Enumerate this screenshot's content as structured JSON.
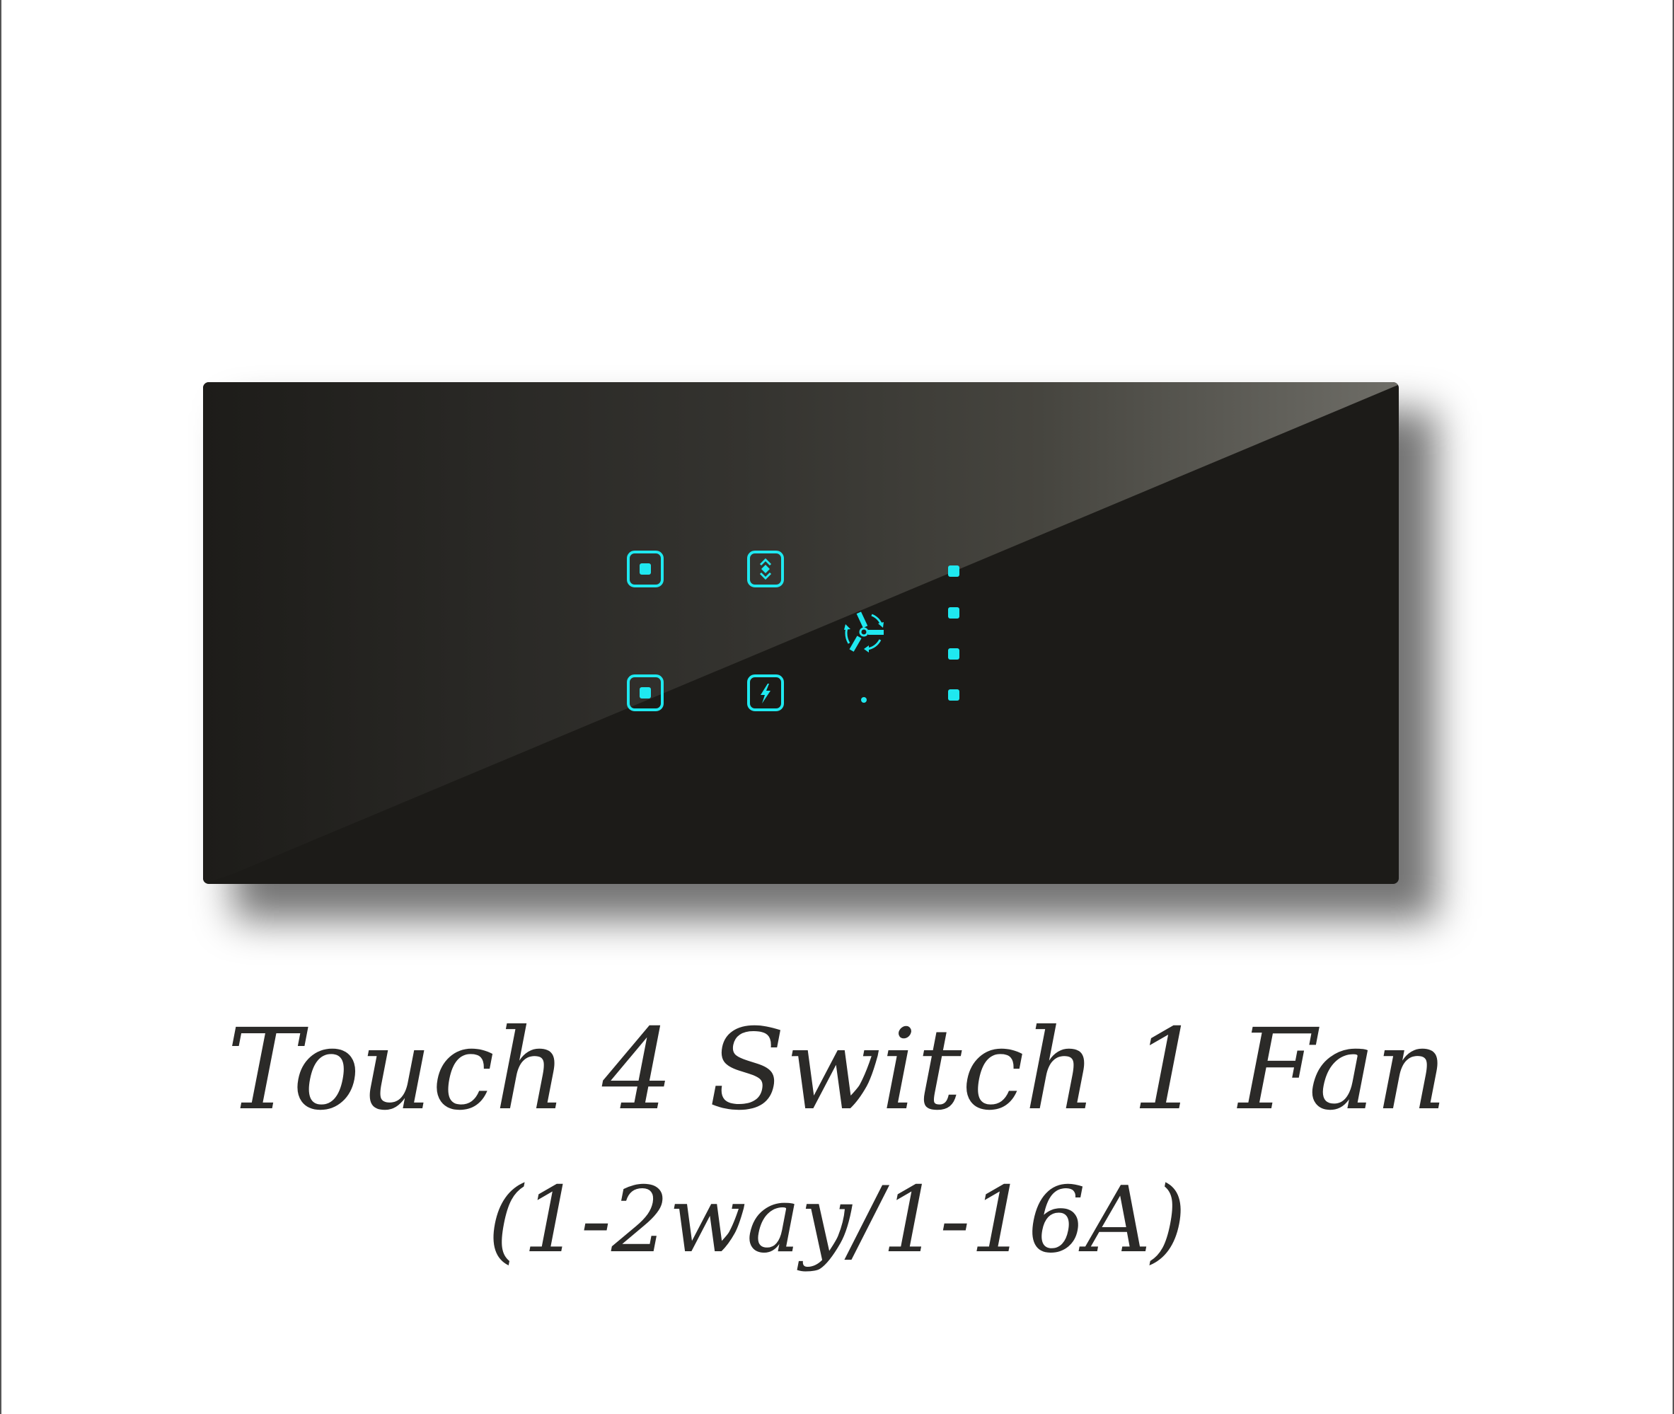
{
  "product": {
    "title": "Touch 4 Switch 1 Fan",
    "subtitle": "(1-2way/1-16A)"
  },
  "panel": {
    "accent_color": "#1fe8f0",
    "buttons": [
      {
        "name": "switch-1",
        "icon": "square-icon"
      },
      {
        "name": "curtain-updown",
        "icon": "updown-diamond-icon"
      },
      {
        "name": "switch-2",
        "icon": "square-icon"
      },
      {
        "name": "power",
        "icon": "lightning-icon"
      }
    ],
    "fan_icon": "fan-icon",
    "fan_speed_indicators": 4
  }
}
